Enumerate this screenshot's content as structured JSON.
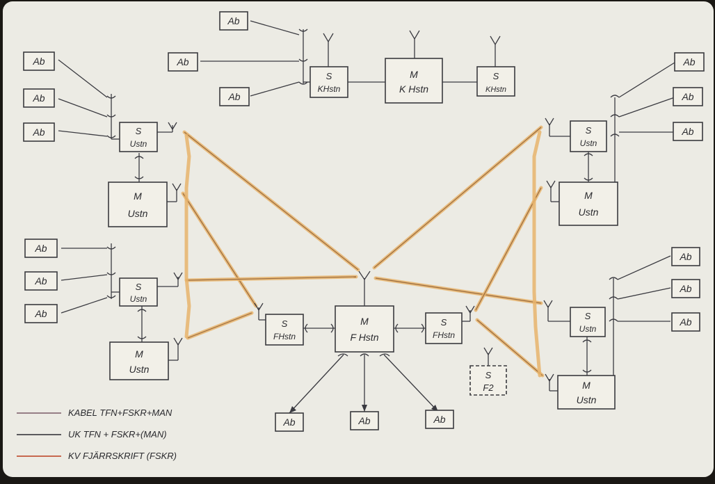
{
  "labels": {
    "ab": "Ab",
    "s": "S",
    "m": "M",
    "ustn": "Ustn",
    "khstn": "KHstn",
    "khstn_m": "K Hstn",
    "fhstn": "FHstn",
    "fhstn_m": "F Hstn",
    "f2": "F2"
  },
  "legend": [
    {
      "text": "KABEL TFN+FSKR+MAN",
      "color": "#7a5a66"
    },
    {
      "text": "UK TFN + FSKR+(MAN)",
      "color": "#2b2b30"
    },
    {
      "text": "KV FJÄRRSKRIFT (FSKR)",
      "color": "#c2553a"
    }
  ],
  "colors": {
    "paper": "#ecebe4",
    "ink": "#3a3a40",
    "kv_highlight": "#e7b46c",
    "frame": "#1a1814"
  }
}
